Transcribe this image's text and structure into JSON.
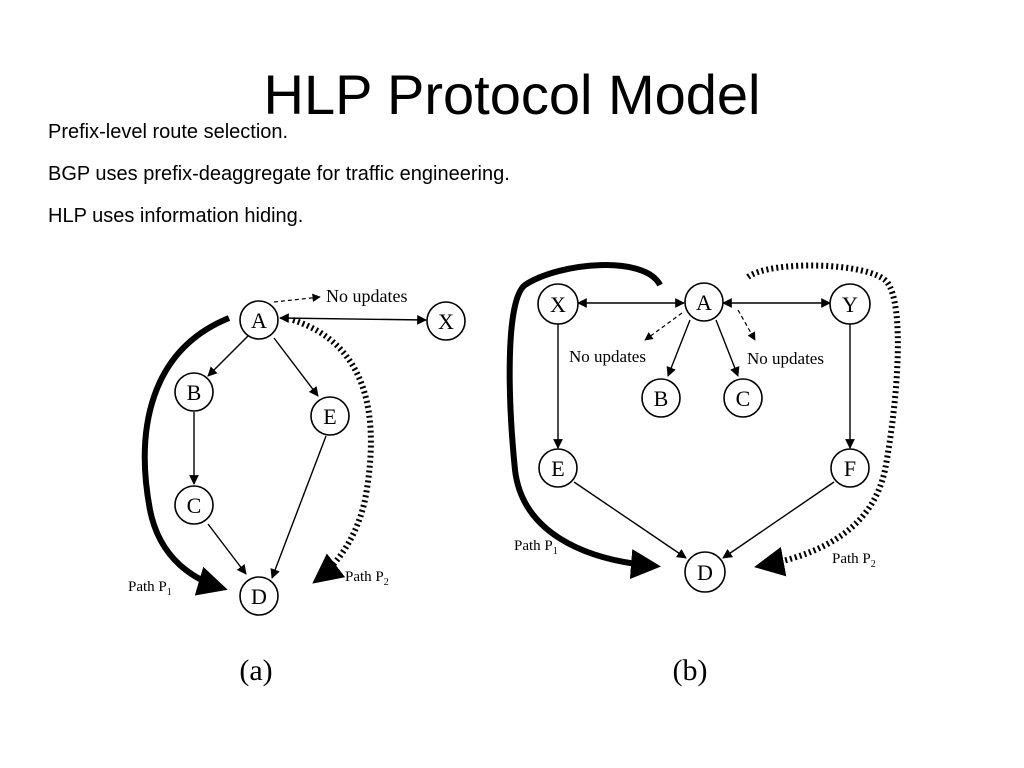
{
  "title": "HLP Protocol Model",
  "bullets": [
    "Prefix-level route selection.",
    "BGP uses prefix-deaggregate for traffic engineering.",
    "HLP uses information hiding."
  ],
  "figure_a": {
    "caption": "(a)",
    "nodes": {
      "A": "A",
      "B": "B",
      "C": "C",
      "D": "D",
      "E": "E",
      "X": "X"
    },
    "no_updates": "No updates",
    "path1": "Path P",
    "path1_sub": "1",
    "path2": "Path P",
    "path2_sub": "2"
  },
  "figure_b": {
    "caption": "(b)",
    "nodes": {
      "X": "X",
      "A": "A",
      "Y": "Y",
      "B": "B",
      "C": "C",
      "E": "E",
      "F": "F",
      "D": "D"
    },
    "no_updates_left": "No updates",
    "no_updates_right": "No updates",
    "path1": "Path P",
    "path1_sub": "1",
    "path2": "Path P",
    "path2_sub": "2"
  }
}
